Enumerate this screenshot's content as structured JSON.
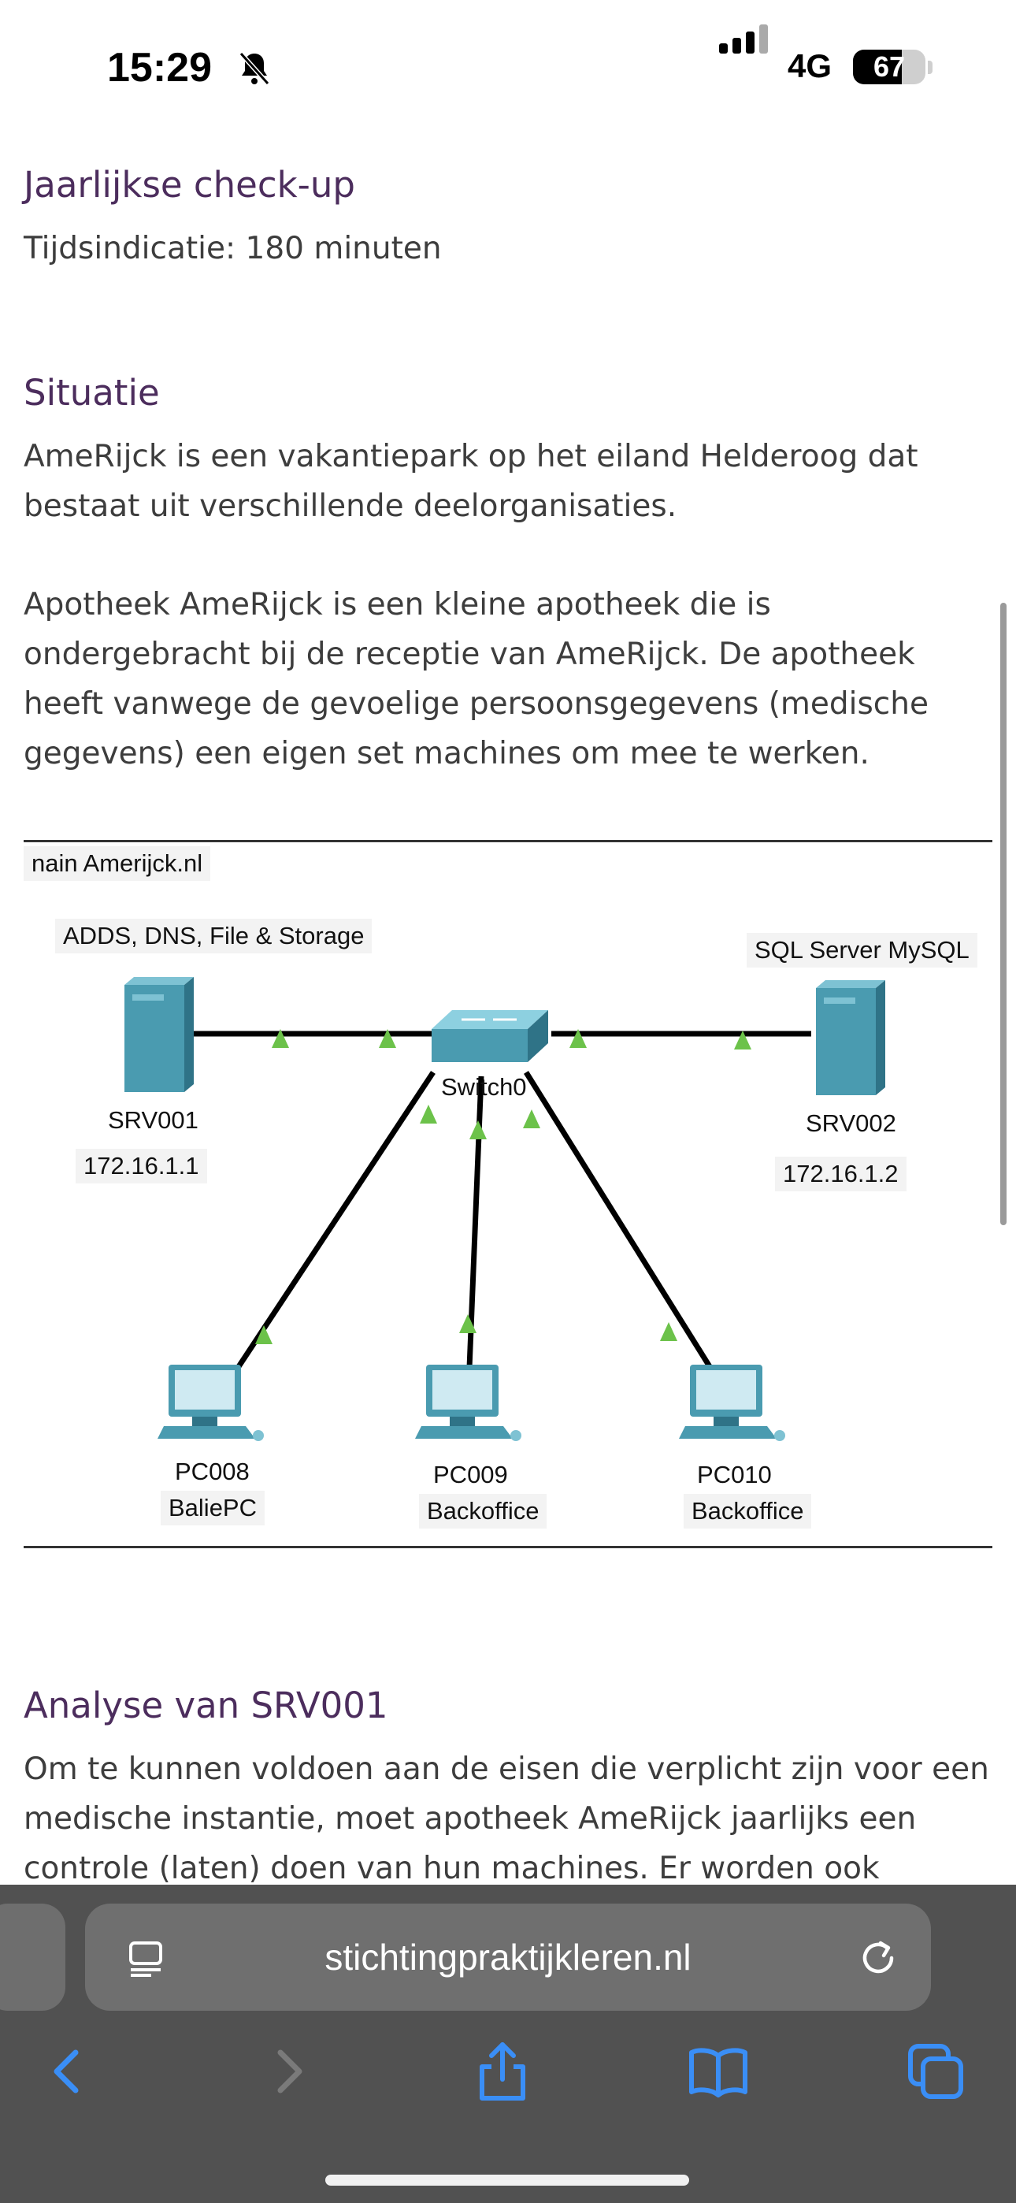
{
  "status_bar": {
    "time": "15:29",
    "network": "4G",
    "battery_percent": 67,
    "battery_label": "67"
  },
  "article": {
    "section1": {
      "title": "Jaarlijkse check-up",
      "subtitle": "Tijdsindicatie: 180 minuten"
    },
    "section2": {
      "title": "Situatie",
      "paragraph1": "AmeRijck is een vakantiepark op het eiland Helderoog dat bestaat uit verschillende deelorganisaties.",
      "paragraph2": "Apotheek AmeRijck is een kleine apotheek die is ondergebracht bij de receptie van AmeRijck. De apotheek heeft vanwege de gevoelige persoonsgegevens (medische gegevens) een eigen set machines om mee te werken."
    },
    "section3": {
      "title": "Analyse van SRV001",
      "paragraph": "Om te kunnen voldoen aan de eisen die verplicht zijn voor een medische instantie, moet apotheek AmeRijck jaarlijks een controle (laten) doen van hun machines. Er worden ook"
    }
  },
  "diagram": {
    "domain_label": "nain Amerijck.nl",
    "srv001": {
      "role": "ADDS, DNS, File & Storage",
      "name": "SRV001",
      "ip": "172.16.1.1"
    },
    "srv002": {
      "role": "SQL Server MySQL",
      "name": "SRV002",
      "ip": "172.16.1.2"
    },
    "switch": {
      "name": "Switch0"
    },
    "pcs": [
      {
        "name": "PC008",
        "role": "BaliePC"
      },
      {
        "name": "PC009",
        "role": "Backoffice"
      },
      {
        "name": "PC010",
        "role": "Backoffice"
      }
    ],
    "colors": {
      "server": "#4a9bb0",
      "link_arrow": "#6cc24a",
      "switch": "#5ba7bd"
    }
  },
  "browser": {
    "url": "stichtingpraktijkleren.nl",
    "icons": [
      "reader-icon",
      "reload-icon",
      "back-icon",
      "forward-icon",
      "share-icon",
      "bookmarks-icon",
      "tabs-icon"
    ],
    "accent": "#3a8ef6"
  }
}
